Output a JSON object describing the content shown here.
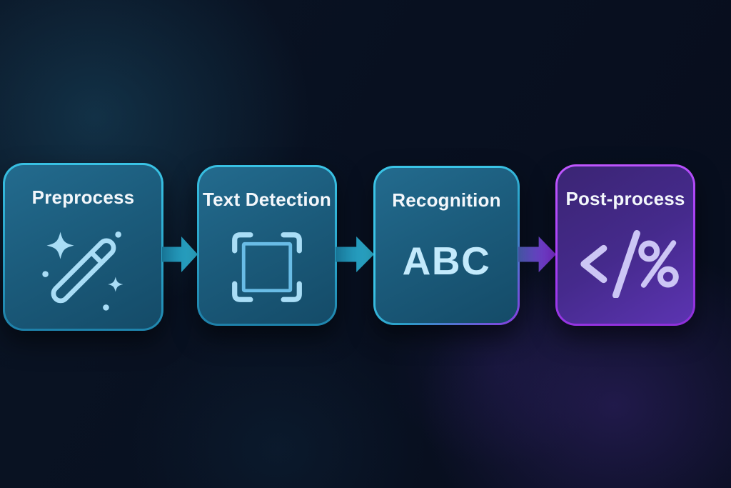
{
  "steps": [
    {
      "label": "Preprocess",
      "icon": "magic-wand-icon",
      "theme": "teal"
    },
    {
      "label": "Text Detection",
      "icon": "bounding-box-icon",
      "theme": "teal"
    },
    {
      "label": "Recognition",
      "icon": "abc-glyph",
      "glyph": "ABC",
      "theme": "teal-purple"
    },
    {
      "label": "Post-process",
      "icon": "code-percent-icon",
      "glyph": "</%",
      "theme": "purple"
    }
  ],
  "arrows": [
    {
      "from": "Preprocess",
      "to": "Text Detection",
      "color_start": "#177394",
      "color_end": "#33c6ea"
    },
    {
      "from": "Text Detection",
      "to": "Recognition",
      "color_start": "#177394",
      "color_end": "#33c6ea"
    },
    {
      "from": "Recognition",
      "to": "Post-process",
      "color_start": "#41549f",
      "color_end": "#8c33e8"
    }
  ],
  "colors": {
    "background_base": "#081020",
    "glow_teal": "#206280",
    "glow_purple": "#5230a0",
    "card_teal_border": "#3ac4e6",
    "card_teal_fill_top": "#236b8e",
    "card_teal_fill_bottom": "#144b68",
    "card_purple_border": "#a33cf2",
    "card_purple_fill_top": "#3b2574",
    "card_purple_fill_bottom": "#5c34b2",
    "title_text": "#f3f7fb",
    "icon_light_blue": "#a9ddf6",
    "icon_mid_blue": "#69bce6",
    "icon_abc_blue": "#c3eafc",
    "icon_lavender": "#ccc6f5"
  }
}
